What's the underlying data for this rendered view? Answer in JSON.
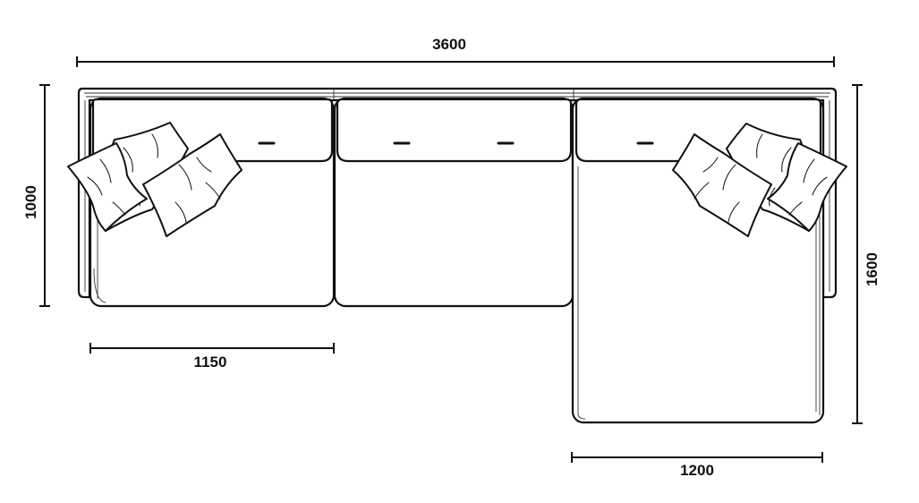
{
  "diagram": {
    "dimensions": {
      "total_width": "3600",
      "depth": "1000",
      "chaise_length": "1600",
      "seat_width": "1150",
      "chaise_width": "1200"
    },
    "colors": {
      "line": "#111111",
      "background": "#ffffff"
    }
  }
}
